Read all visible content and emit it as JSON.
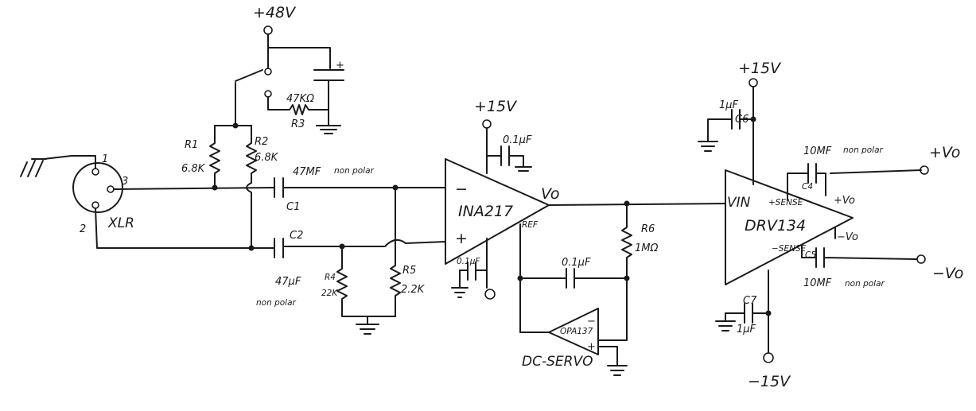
{
  "labels": {
    "pin1": "1",
    "pin2": "2",
    "pin3": "3",
    "xlr": "XLR",
    "v48": "+48V",
    "r3_val": "47KΩ",
    "r3_name": "R3",
    "r1_name": "R1",
    "r1_val": "6.8K",
    "r2_name": "R2",
    "r2_val": "6.8K",
    "c1_val": "47MF",
    "c1_note": "non polar",
    "c1_name": "C1",
    "c2_name": "C2",
    "c2_val": "47μF",
    "c2_note": "non polar",
    "r4_name": "R4",
    "r4_val": "22K",
    "r5_name": "R5",
    "r5_val": "2.2K",
    "ina_pos_supply": "+15V",
    "ina_dec_top": "0.1μF",
    "ina_dec_bot": "0.1μF",
    "ina_minus": "−",
    "ina_plus": "+",
    "ina_name": "INA217",
    "ina_vo": "Vo",
    "ina_ref": "REF",
    "r6_name": "R6",
    "r6_val": "1MΩ",
    "servo_cap": "0.1μF",
    "opa_name": "OPA137",
    "opa_minus": "−",
    "opa_plus": "+",
    "dc_servo": "DC-SERVO",
    "drv_pos_supply": "+15V",
    "c6_val": "1μF",
    "c6_name": "C6",
    "drv_vin": "VIN",
    "drv_sense_pos": "+SENSE",
    "drv_vo_pos": "+Vo",
    "drv_name": "DRV134",
    "drv_vo_neg": "−Vo",
    "drv_sense_neg": "−SENSE",
    "c4_val": "10MF",
    "c4_note": "non polar",
    "c4_name": "C4",
    "c5_name": "C5",
    "c5_val": "10MF",
    "c5_note": "non polar",
    "out_pos": "+Vo",
    "out_neg": "−Vo",
    "c7_name": "C7",
    "c7_val": "1μF",
    "drv_neg_supply": "−15V",
    "cap_plus": "+"
  }
}
